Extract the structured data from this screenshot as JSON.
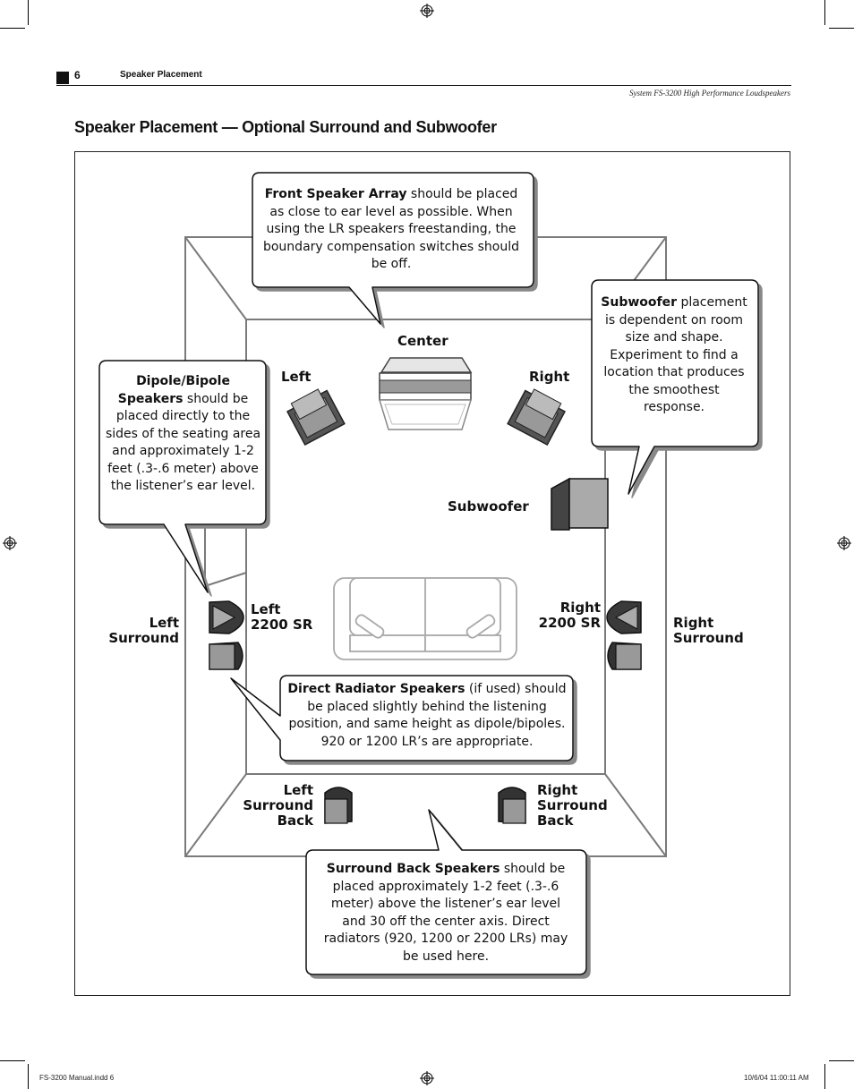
{
  "header": {
    "page_number": "6",
    "section_title": "Speaker Placement",
    "product_subtitle": "System FS-3200 High Performance Loudspeakers"
  },
  "page_title": "Speaker Placement — Optional Surround and Subwoofer",
  "labels": {
    "center": "Center",
    "left": "Left",
    "right": "Right",
    "subwoofer": "Subwoofer",
    "left_2200sr": "Left\n2200 SR",
    "right_2200sr": "Right\n2200 SR",
    "left_surround": "Left\nSurround",
    "right_surround": "Right\nSurround",
    "left_surround_back": "Left\nSurround\nBack",
    "right_surround_back": "Right\nSurround\nBack"
  },
  "callouts": {
    "front": {
      "bold": "Front Speaker Array",
      "text": " should be placed as close to ear level as possible. When using the LR speakers freestanding, the boundary compensation switches should be off."
    },
    "subwoofer": {
      "bold": "Subwoofer",
      "text": " placement is dependent on room size and shape. Experiment to find a location that produces the smoothest response."
    },
    "dipole": {
      "bold": "Dipole/Bipole Speakers",
      "text": " should be placed directly to the sides of the seating area and approximately 1-2 feet (.3-.6 meter) above the listener’s ear level."
    },
    "direct": {
      "bold": "Direct Radiator Speakers",
      "text": " (if used) should be placed slightly behind the listening position, and same height as dipole/bipoles. 920 or 1200 LR’s are appropriate."
    },
    "surround_back": {
      "bold": "Surround Back Speakers",
      "text": " should be placed approximately 1-2 feet (.3-.6 meter) above the listener’s ear level and 30 off the center axis. Direct radiators (920, 1200 or 2200 LRs) may be used here."
    }
  },
  "footer": {
    "file": "FS-3200 Manual.indd   6",
    "timestamp": "10/6/04   11:00:11 AM"
  }
}
